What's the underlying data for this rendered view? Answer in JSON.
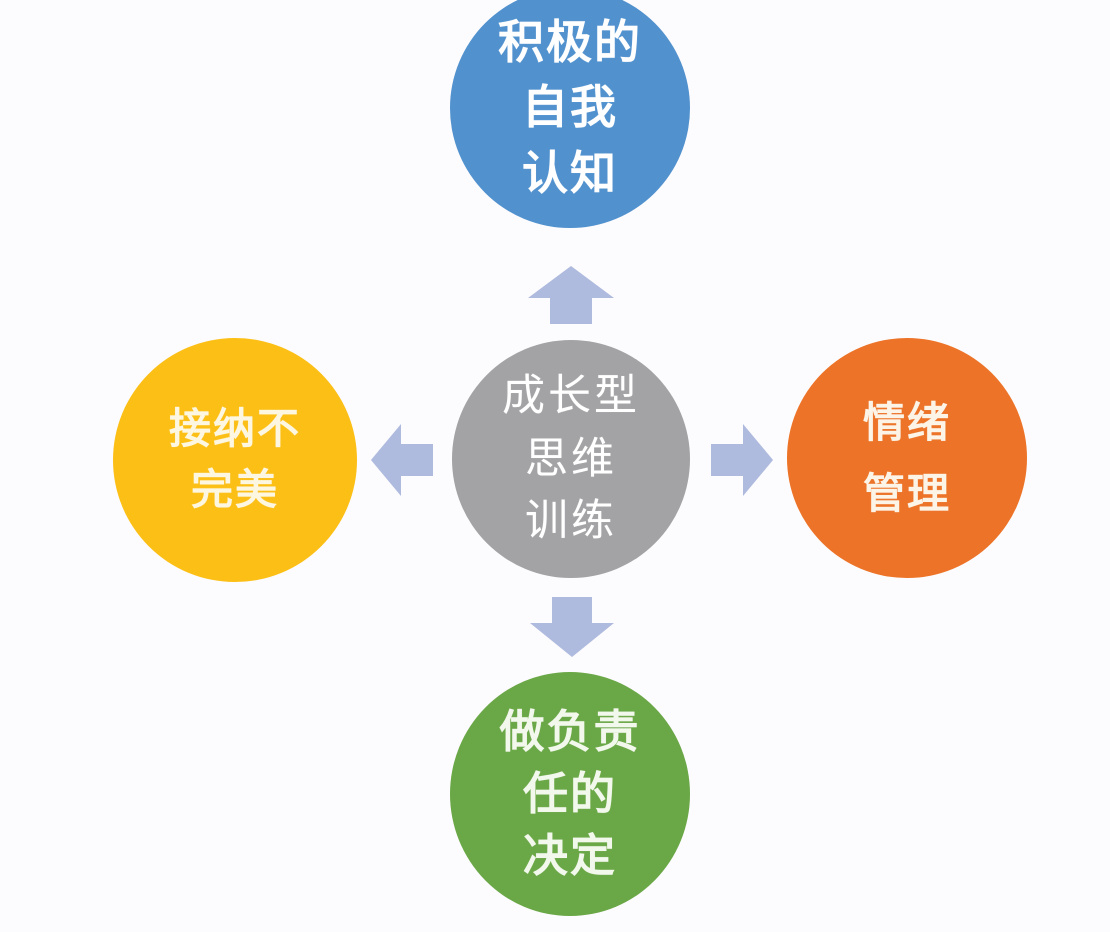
{
  "diagram": {
    "type": "radial-hub-and-spoke",
    "background_color": "#fcfbfd",
    "arrow_color": "#aebade",
    "center": {
      "id": "growth-mindset-training",
      "color": "#a3a3a6",
      "text_color": "#ffffff",
      "lines": [
        "成长型",
        "思维",
        "训练"
      ]
    },
    "nodes": [
      {
        "id": "positive-self-awareness",
        "position": "top",
        "color": "#5091ce",
        "text_color": "#ffffff",
        "lines": [
          "积极的",
          "自我",
          "认知"
        ]
      },
      {
        "id": "emotion-management",
        "position": "right",
        "color": "#ec7327",
        "text_color": "#fdf4e8",
        "lines": [
          "情绪",
          "管理"
        ]
      },
      {
        "id": "responsible-decisions",
        "position": "bottom",
        "color": "#6aa746",
        "text_color": "#f2f8ec",
        "lines": [
          "做负责",
          "任的",
          "决定"
        ]
      },
      {
        "id": "accept-imperfection",
        "position": "left",
        "color": "#fcbf15",
        "text_color": "#fdf6e0",
        "lines": [
          "接纳不",
          "完美"
        ]
      }
    ],
    "arrows": [
      {
        "id": "arrow-up",
        "direction": "up",
        "from": "center",
        "to": "positive-self-awareness"
      },
      {
        "id": "arrow-right",
        "direction": "right",
        "from": "center",
        "to": "emotion-management"
      },
      {
        "id": "arrow-down",
        "direction": "down",
        "from": "center",
        "to": "responsible-decisions"
      },
      {
        "id": "arrow-left",
        "direction": "left",
        "from": "center",
        "to": "accept-imperfection"
      }
    ]
  }
}
